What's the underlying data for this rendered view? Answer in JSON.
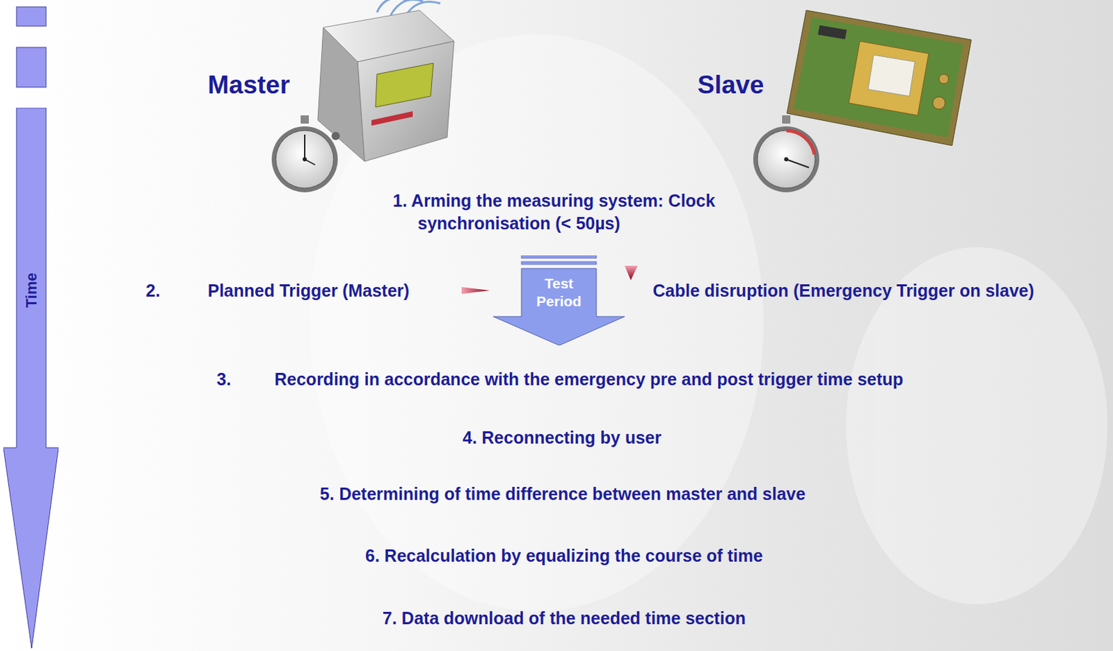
{
  "diagram": {
    "nodes": [
      {
        "text": [
          "Time"
        ]
      },
      {
        "text": [
          "Test Period"
        ]
      }
    ],
    "labels": [
      "Master",
      "Slave",
      "1. Arming the measuring system: Clock synchronisation (< 50µs)",
      "2.",
      "Planned Trigger (Master)",
      "Cable disruption (Emergency Trigger on slave)",
      "3.",
      "Recording in accordance with the emergency pre and post trigger time setup",
      "4. Reconnecting by user",
      "5. Determining of time difference between master and slave",
      "6. Recalculation by equalizing the course of time",
      "7. Data download of the needed time section"
    ]
  }
}
